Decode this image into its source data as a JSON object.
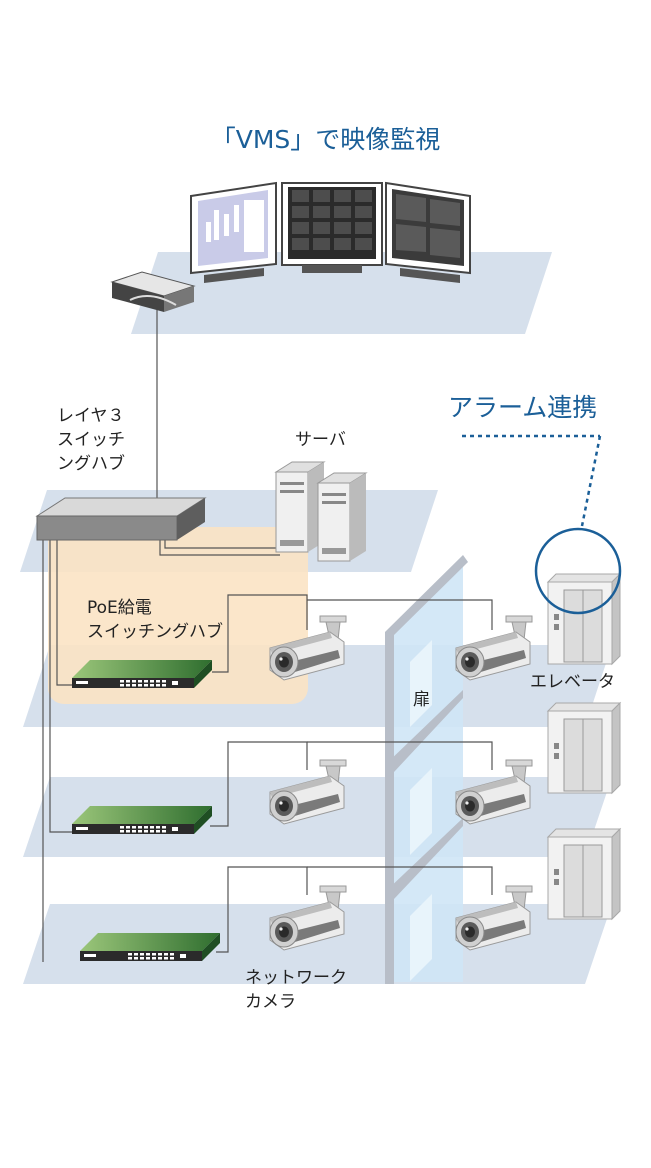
{
  "title": "「VMS」で映像監視",
  "labels": {
    "l3_switch": "レイヤ３\nスイッチ\nングハブ",
    "server": "サーバ",
    "alarm": "アラーム連携",
    "poe_switch": "PoE給電\nスイッチングハブ",
    "elevator": "エレベータ",
    "door": "扉",
    "camera": "ネットワーク\nカメラ"
  },
  "colors": {
    "title_blue": "#1b5f98",
    "floor": "#d6e0ec",
    "poe_highlight": "#fbe3c4",
    "door_glass": "#cfe6f6",
    "switch_green": "#4d8f3c"
  },
  "icons": [
    "monitor-icon",
    "nvr-icon",
    "l3-switch-icon",
    "server-icon",
    "poe-switch-icon",
    "camera-icon",
    "elevator-icon",
    "door-icon"
  ]
}
